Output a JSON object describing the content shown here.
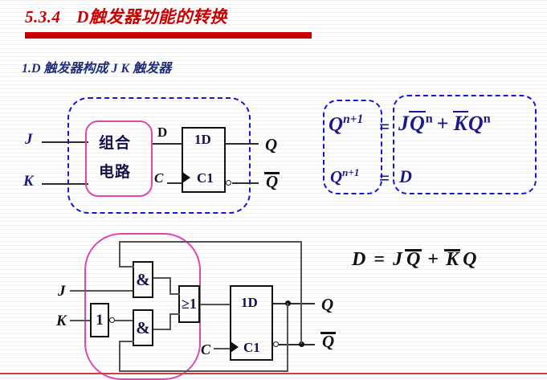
{
  "slide": {
    "section_number": "5.3.4",
    "title": "D触发器功能的转换",
    "subtitle": "1.D 触发器构成 J K 触发器"
  },
  "colors": {
    "title_red": "#CC0000",
    "subtitle_navy": "#1F2E7A",
    "dashed_blue": "#1515DD",
    "pink": "#E048B0",
    "wire": "#2E2E2E",
    "equation_blue": "#1A1A8C"
  },
  "top_diagram": {
    "name": "block-level JK from D flip-flop",
    "inputs": [
      {
        "label": "J"
      },
      {
        "label": "K"
      }
    ],
    "comb_block": {
      "line1": "组合",
      "line2": "电路"
    },
    "d_input_label": "D",
    "clock_label": "C",
    "flipflop": {
      "d_terminal": "1D",
      "clock_terminal": "C1"
    },
    "outputs": [
      {
        "label": "Q"
      },
      {
        "label": "Q",
        "overbar": true
      }
    ]
  },
  "equations": {
    "jk": {
      "lhs": "Q",
      "lhs_sup": "n+1",
      "eq": "=",
      "rhs_terms": [
        {
          "var": "J",
          "barred_var": "Q",
          "sup": "n"
        },
        {
          "plus": "+",
          "barred_var": "K",
          "var": "Q",
          "sup": "n"
        }
      ],
      "full_text": "Q^{n+1} = J Q̄^n + K̄ Q^n"
    },
    "d": {
      "lhs": "Q",
      "lhs_sup": "n+1",
      "eq": "=",
      "rhs": "D",
      "full_text": "Q^{n+1} = D"
    },
    "derived_d": {
      "lhs": "D",
      "eq": "=",
      "full_text": "D = J Q̄ + K̄ Q",
      "t1_a": "J",
      "t1_b": "Q",
      "plus": "+",
      "t2_a": "K",
      "t2_b": "Q"
    }
  },
  "bottom_diagram": {
    "name": "gate-level JK from D flip-flop",
    "inputs": [
      {
        "label": "J"
      },
      {
        "label": "K"
      }
    ],
    "inverter_label": "1",
    "and_gate_label": "&",
    "and_gate2_label": "&",
    "or_gate_label": "≥1",
    "clock_label": "C",
    "flipflop": {
      "d_terminal": "1D",
      "clock_terminal": "C1"
    },
    "outputs": [
      {
        "label": "Q"
      },
      {
        "label": "Q",
        "overbar": true
      }
    ]
  }
}
